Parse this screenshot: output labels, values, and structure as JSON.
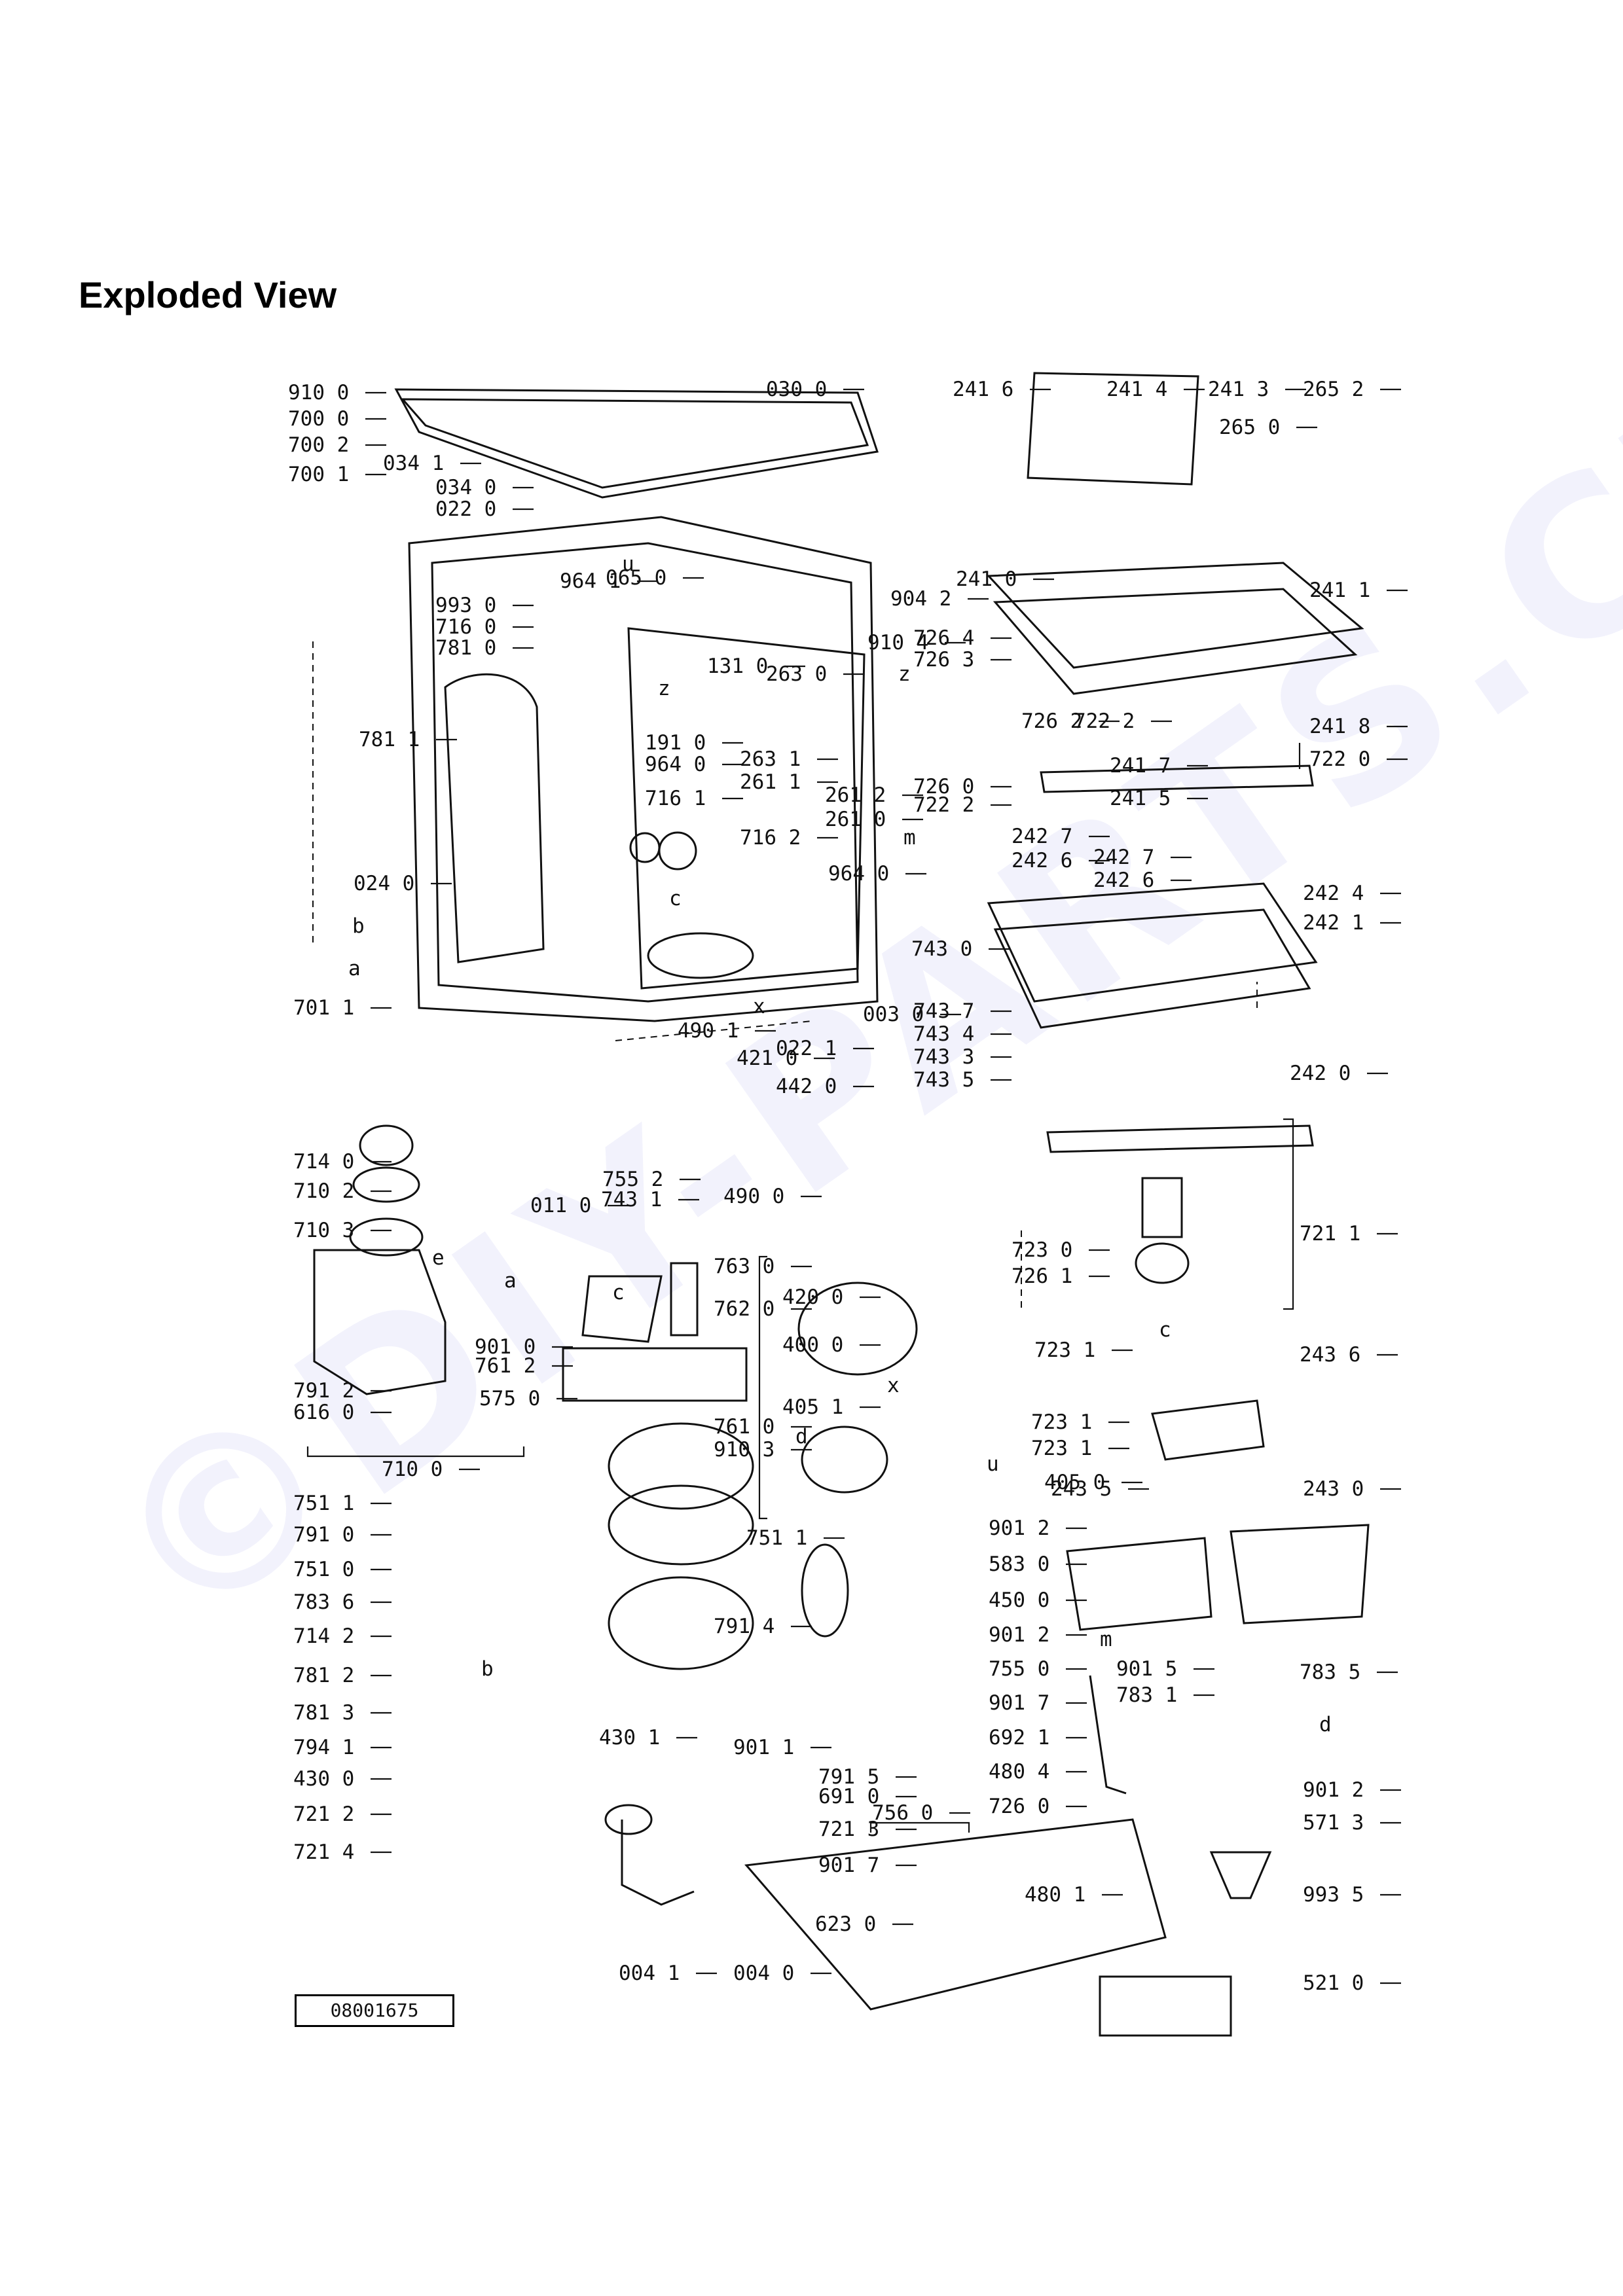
{
  "title": "Exploded View",
  "watermark": "©DIY-PARTS.CZ",
  "drawing_number": "08001675",
  "labels": [
    "910 0",
    "700 0",
    "700 2",
    "700 1",
    "034 1",
    "034 0",
    "022 0",
    "030 0",
    "241 6",
    "241 4",
    "241 3",
    "265 2",
    "265 0",
    "964 1",
    "065 0",
    "904 2",
    "993 0",
    "716 0",
    "781 0",
    "131 0",
    "910 4",
    "726 4",
    "726 3",
    "263 0",
    "241 7",
    "241 5",
    "241 0",
    "241 1",
    "781 1",
    "263 1",
    "261 1",
    "191 0",
    "964 0",
    "716 1",
    "716 2",
    "261 2",
    "261 0",
    "726 0",
    "722 2",
    "726 2",
    "722 2",
    "722 0",
    "241 8",
    "964 0",
    "242 7",
    "242 6",
    "242 7",
    "242 6",
    "242 4",
    "242 1",
    "024 0",
    "743 0",
    "003 0",
    "743 7",
    "743 4",
    "743 3",
    "743 5",
    "242 0",
    "701 1",
    "490 1",
    "421 0",
    "022 1",
    "442 0",
    "714 0",
    "011 0",
    "755 2",
    "743 1",
    "490 0",
    "710 2",
    "710 3",
    "763 0",
    "723 0",
    "726 1",
    "721 1",
    "762 0",
    "420 0",
    "400 0",
    "723 1",
    "243 6",
    "901 0",
    "761 2",
    "791 2",
    "616 0",
    "575 0",
    "405 1",
    "723 1",
    "723 1",
    "761 0",
    "910 3",
    "710 0",
    "751 1",
    "405 0",
    "243 5",
    "243 0",
    "751 1",
    "791 0",
    "901 2",
    "751 0",
    "583 0",
    "783 6",
    "450 0",
    "791 4",
    "714 2",
    "901 2",
    "781 2",
    "755 0",
    "901 5",
    "783 5",
    "781 3",
    "901 7",
    "783 1",
    "794 1",
    "692 1",
    "430 1",
    "901 1",
    "480 4",
    "430 0",
    "791 5",
    "726 0",
    "901 2",
    "691 0",
    "571 3",
    "721 2",
    "756 0",
    "721 3",
    "721 4",
    "901 7",
    "993 5",
    "480 1",
    "623 0",
    "004 1",
    "004 0",
    "521 0"
  ],
  "letters": [
    "u",
    "z",
    "z",
    "c",
    "x",
    "b",
    "a",
    "m",
    "e",
    "a",
    "c",
    "d",
    "x",
    "u",
    "c",
    "b",
    "m",
    "d"
  ]
}
